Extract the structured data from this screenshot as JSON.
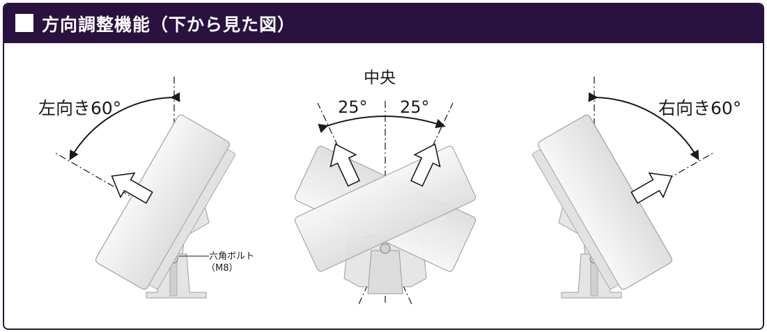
{
  "header": {
    "title": "方向調整機能（下から見た図）"
  },
  "left_view": {
    "angle_label": "左向き60°"
  },
  "center_view": {
    "center_label": "中央",
    "left_angle": "25°",
    "right_angle": "25°"
  },
  "right_view": {
    "angle_label": "右向き60°"
  },
  "callout": {
    "line1": "六角ボルト",
    "line2": "（M8）"
  },
  "colors": {
    "header_bg": "#2a1240",
    "panel": "#ececec",
    "panel_edge": "#9a9a9a"
  }
}
